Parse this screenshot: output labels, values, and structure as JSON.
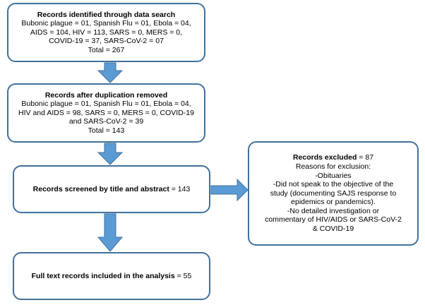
{
  "colors": {
    "box_border": "#41719c",
    "arrow_fill": "#5b9bd5",
    "arrow_stroke": "#41719c"
  },
  "boxes": {
    "search": {
      "title": "Records identified through data search",
      "lines": [
        "Bubonic plague = 01, Spanish Flu = 01, Ebola = 04,",
        "AIDS = 104, HIV = 113, SARS = 0, MERS = 0,",
        "COVID-19 = 37, SARS-CoV-2 = 07",
        "Total = 267"
      ]
    },
    "dedup": {
      "title": "Records after duplication removed",
      "lines": [
        "Bubonic plague = 01, Spanish Flu = 01, Ebola = 04,",
        "HIV and AIDS = 98, SARS = 0, MERS = 0, COVID-19",
        "and SARS-CoV-2 = 39",
        "Total =  143"
      ]
    },
    "screened": {
      "title": "Records screened by title and abstract",
      "value": " = 143"
    },
    "fulltext": {
      "title": "Full text records included in the analysis",
      "value": " = 55"
    },
    "excluded": {
      "title": "Records excluded",
      "value": " = 87",
      "lines": [
        "Reasons for exclusion:",
        "-Obituaries",
        "-Did not speak to the objective of the",
        "study (documenting SAJS response to",
        "epidemics or pandemics).",
        "-No detailed investigation or",
        "commentary of HIV/AIDS or SARS-CoV-2",
        "& COVID-19"
      ]
    }
  }
}
